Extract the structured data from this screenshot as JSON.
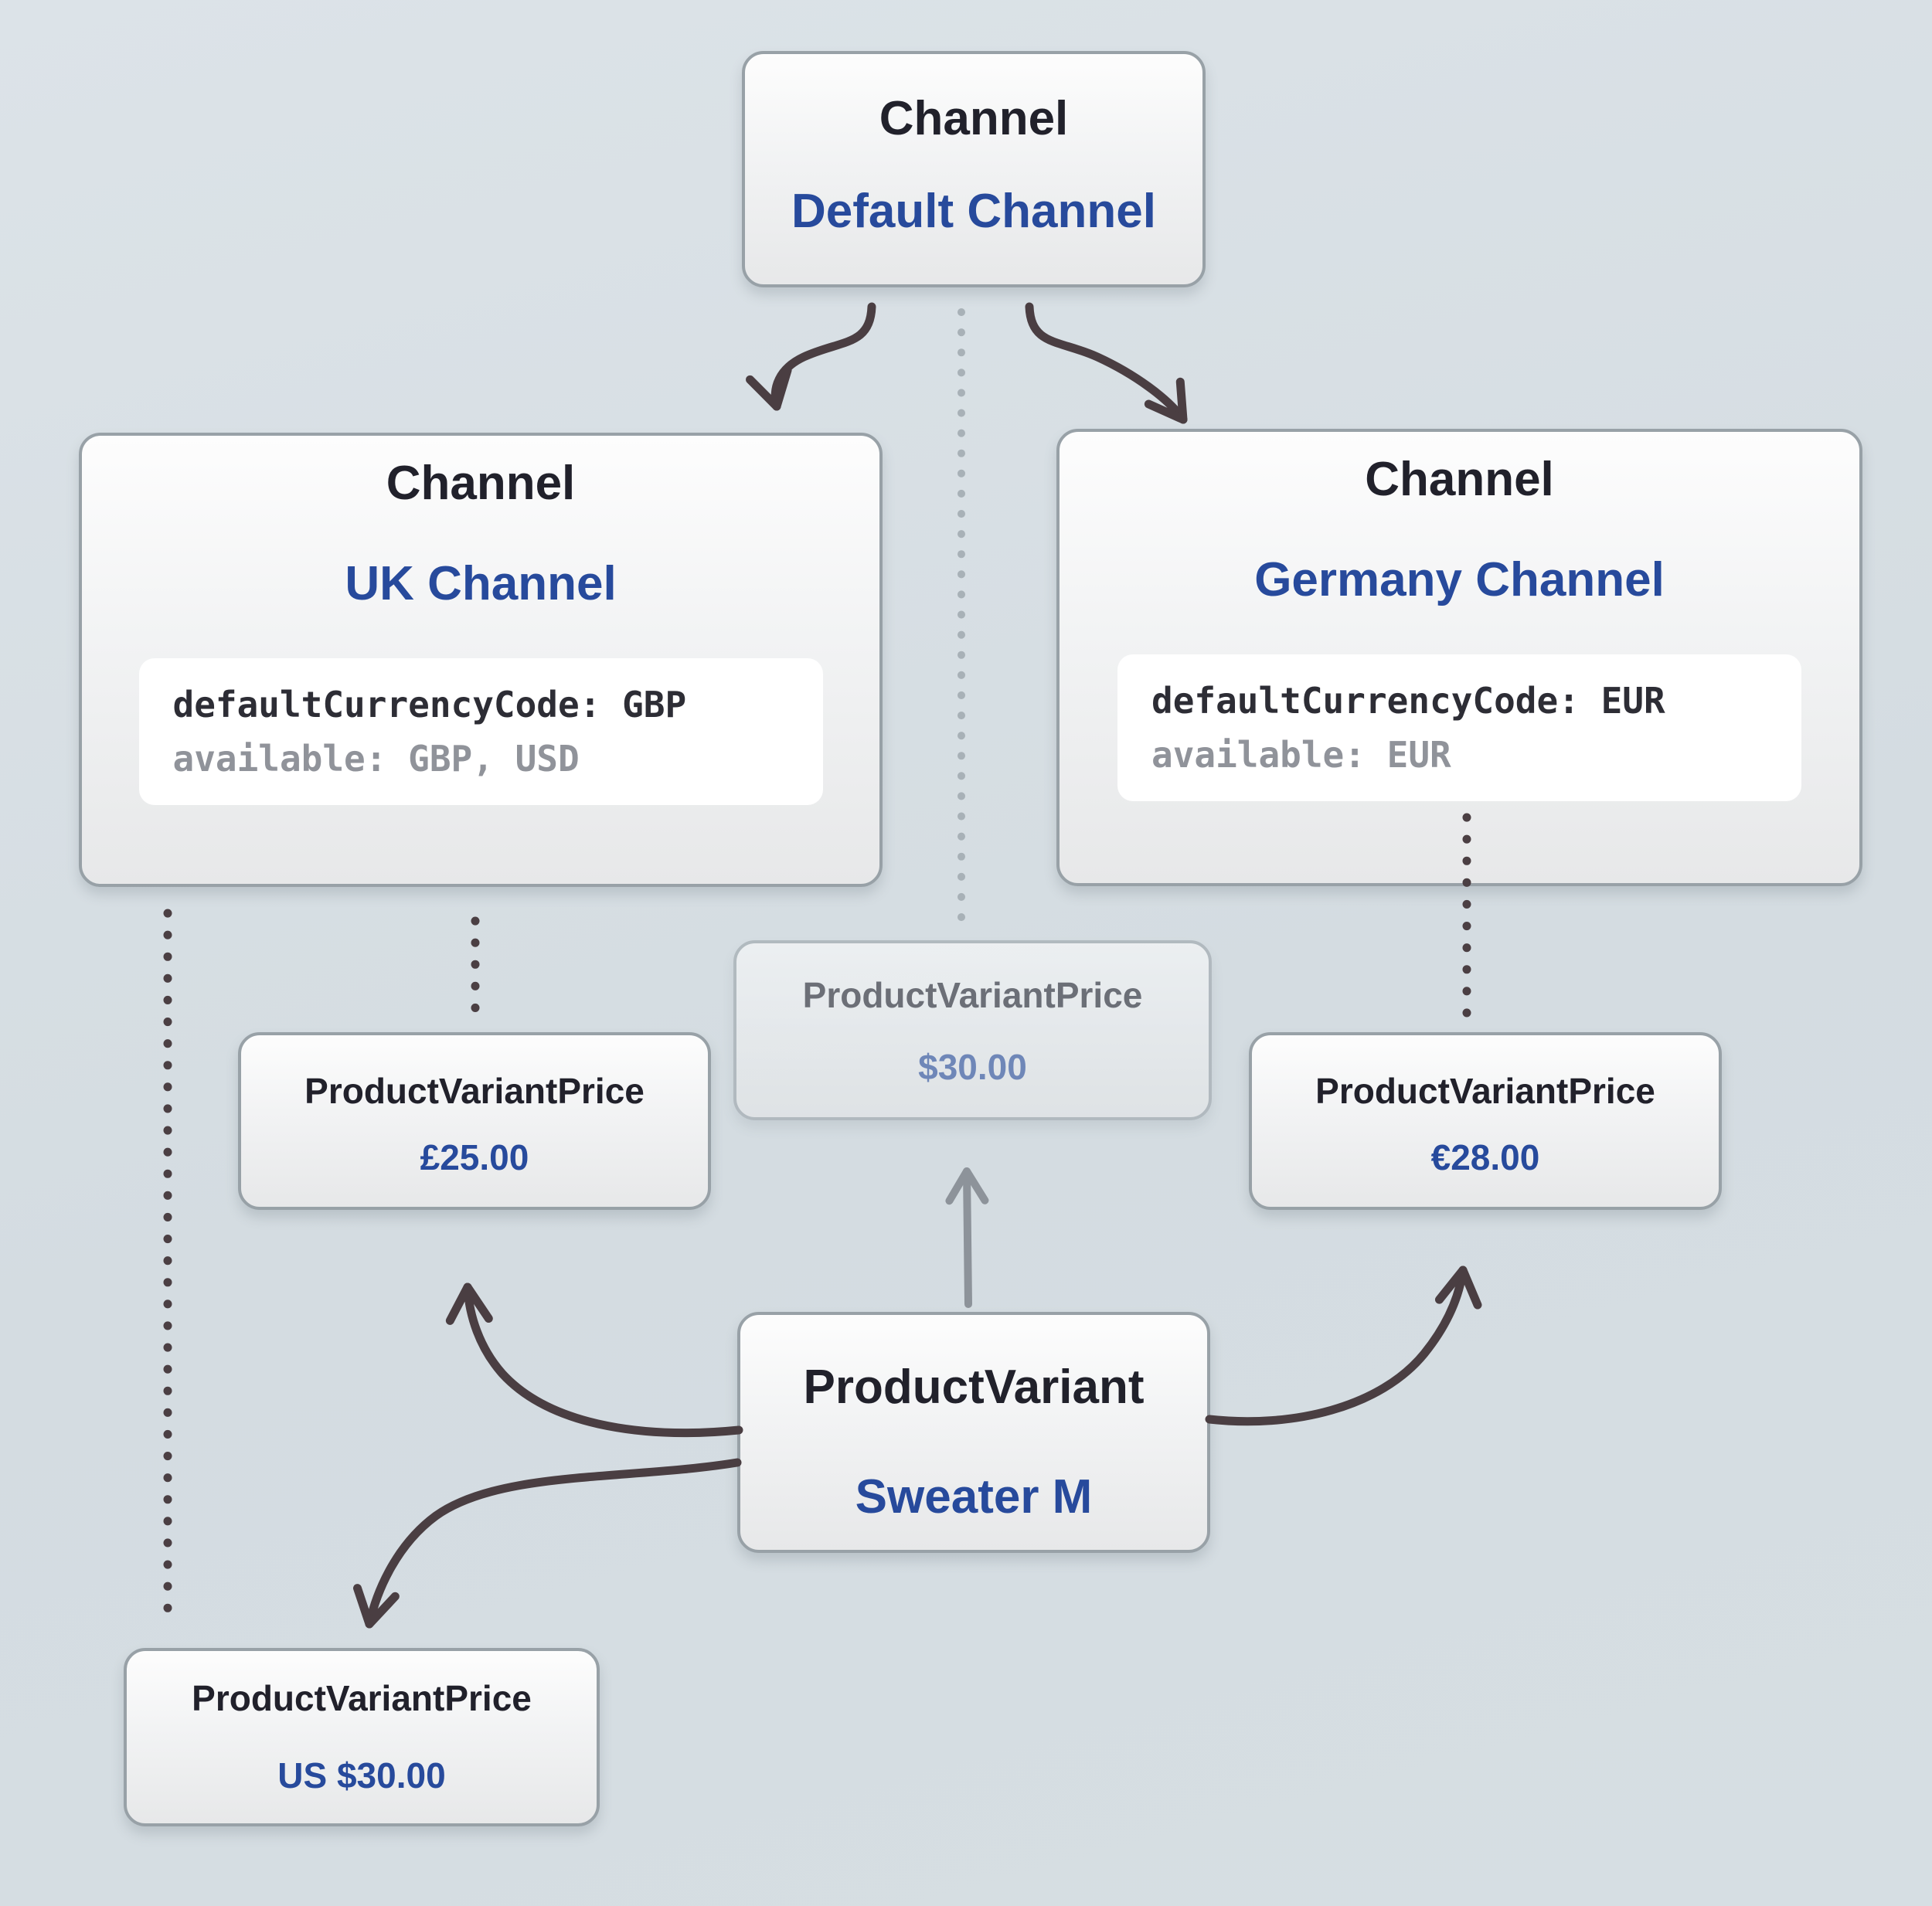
{
  "page": {
    "background_color": "#d6dee3",
    "accent_blue": "#274a9c",
    "title_color": "#21212b",
    "box_border_color": "#98a1a7",
    "arrow_dark_color": "#4a3e42",
    "arrow_gray_color": "#8d939a",
    "dot_light_color": "#a8b1b7",
    "dot_dark_color": "#4b3f43",
    "code_dark_color": "#2d2d35",
    "code_gray_color": "#90939a"
  },
  "nodes": {
    "default_channel": {
      "type_label": "Channel",
      "name": "Default Channel"
    },
    "uk_channel": {
      "type_label": "Channel",
      "name": "UK Channel",
      "code_line1": "defaultCurrencyCode: GBP",
      "code_line2": "available: GBP, USD"
    },
    "germany_channel": {
      "type_label": "Channel",
      "name": "Germany Channel",
      "code_line1": "defaultCurrencyCode: EUR",
      "code_line2": "available: EUR"
    },
    "default_price": {
      "type_label": "ProductVariantPrice",
      "value": "$30.00"
    },
    "uk_price": {
      "type_label": "ProductVariantPrice",
      "value": "£25.00"
    },
    "germany_price": {
      "type_label": "ProductVariantPrice",
      "value": "€28.00"
    },
    "product_variant": {
      "type_label": "ProductVariant",
      "name": "Sweater M"
    },
    "us_price": {
      "type_label": "ProductVariantPrice",
      "value": "US $30.00"
    }
  }
}
